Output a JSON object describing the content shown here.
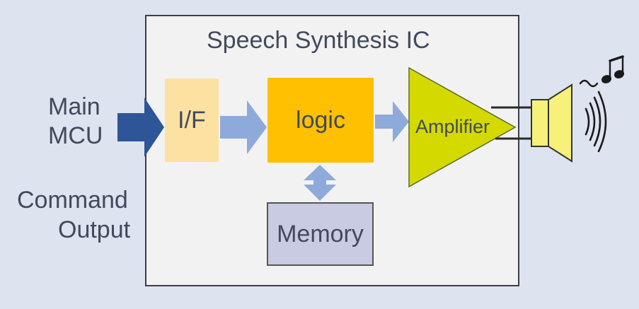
{
  "diagram": {
    "ic_title": "Speech Synthesis IC",
    "left_label_line1": "Main",
    "left_label_line2": "MCU",
    "left_label_line3": "Command",
    "left_label_line4": "Output",
    "if_label": "I/F",
    "logic_label": "logic",
    "memory_label": "Memory",
    "amplifier_label": "Amplifier"
  },
  "colors": {
    "background": "#dde3ef",
    "ic_fill": "#f2f2f2",
    "ic_border": "#3c3f4a",
    "interface_fill": "#fde1a2",
    "logic_fill": "#fec000",
    "memory_fill": "#c9cbe3",
    "amplifier_fill": "#d4d900",
    "speaker_fill": "#f7f07a",
    "input_arrow": "#2e5597",
    "flow_arrow": "#8eaadb",
    "text": "#404a5c"
  },
  "icons": [
    "music-note-icon",
    "sound-wave-icon",
    "speaker-icon"
  ]
}
